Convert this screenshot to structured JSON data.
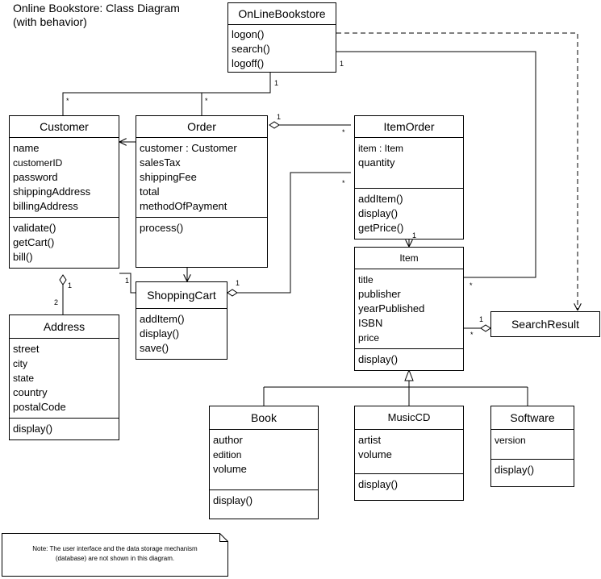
{
  "title": {
    "line1": "Online Bookstore: Class Diagram",
    "line2": "(with behavior)"
  },
  "classes": {
    "online_bookstore": {
      "name": "OnLineBookstore",
      "attributes": [],
      "operations": [
        "logon()",
        "search()",
        "logoff()"
      ]
    },
    "customer": {
      "name": "Customer",
      "attributes": [
        "name",
        "customerID",
        "password",
        "shippingAddress",
        "billingAddress"
      ],
      "operations": [
        "validate()",
        "getCart()",
        "bill()"
      ]
    },
    "order": {
      "name": "Order",
      "attributes": [
        "customer : Customer",
        "salesTax",
        "shippingFee",
        "total",
        "methodOfPayment"
      ],
      "operations": [
        "process()"
      ]
    },
    "item_order": {
      "name": "ItemOrder",
      "attributes": [
        "item : Item",
        "quantity"
      ],
      "operations": [
        "addItem()",
        "display()",
        "getPrice()"
      ]
    },
    "item": {
      "name": "Item",
      "attributes": [
        "title",
        "publisher",
        "yearPublished",
        "ISBN",
        "price"
      ],
      "operations": [
        "display()"
      ]
    },
    "shopping_cart": {
      "name": "ShoppingCart",
      "attributes": [],
      "operations": [
        "addItem()",
        "display()",
        "save()"
      ]
    },
    "address": {
      "name": "Address",
      "attributes": [
        "street",
        "city",
        "state",
        "country",
        "postalCode"
      ],
      "operations": [
        "display()"
      ]
    },
    "search_result": {
      "name": "SearchResult"
    },
    "book": {
      "name": "Book",
      "attributes": [
        "author",
        "edition",
        "volume"
      ],
      "operations": [
        "display()"
      ]
    },
    "music_cd": {
      "name": "MusicCD",
      "attributes": [
        "artist",
        "volume"
      ],
      "operations": [
        "display()"
      ]
    },
    "software": {
      "name": "Software",
      "attributes": [
        "version"
      ],
      "operations": [
        "display()"
      ]
    }
  },
  "multiplicities": {
    "bookstore_customer_one": "1",
    "customer_many": "*",
    "order_many": "*",
    "bookstore_searchresult_one": "1",
    "order_itemorder_one": "1",
    "itemorder_order_many": "*",
    "itemorder_cart_many": "*",
    "itemorder_item_one": "1",
    "item_bookstore_many": "*",
    "searchresult_one": "1",
    "item_searchresult_many": "*",
    "customer_address_one": "1",
    "address_two": "2",
    "customer_cart_one": "1",
    "cart_one": "1"
  },
  "note": {
    "text": "Note: The user interface and the data storage mechanism\n(database) are not shown in this diagram."
  }
}
